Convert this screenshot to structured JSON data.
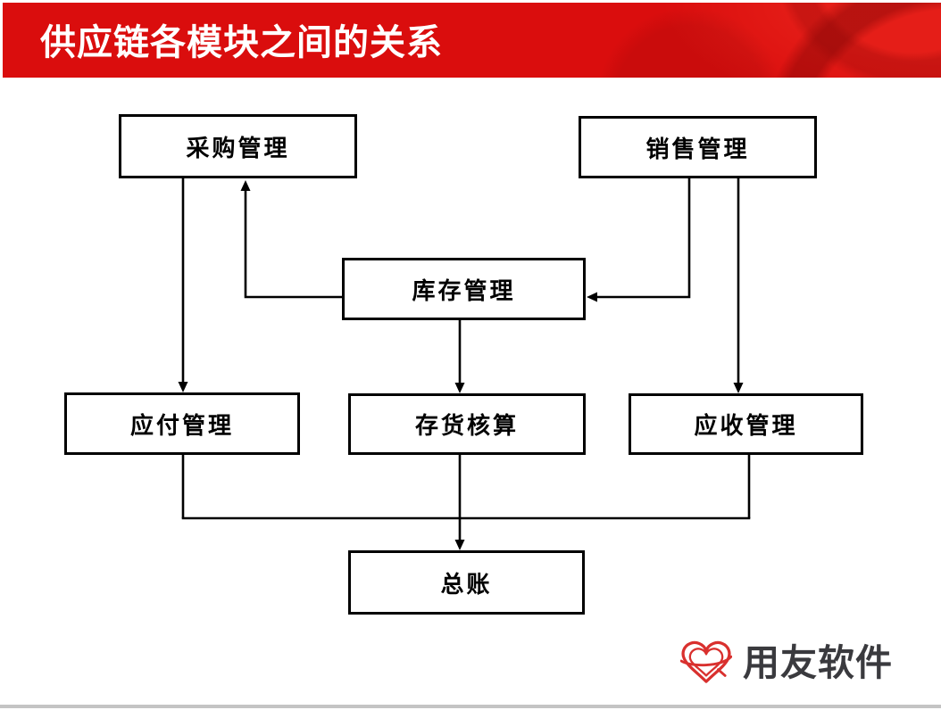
{
  "header": {
    "title": "供应链各模块之间的关系"
  },
  "diagram": {
    "nodes": [
      {
        "id": "purchase",
        "label": "采购管理"
      },
      {
        "id": "sales",
        "label": "销售管理"
      },
      {
        "id": "inventory",
        "label": "库存管理"
      },
      {
        "id": "payable",
        "label": "应付管理"
      },
      {
        "id": "stock_accounting",
        "label": "存货核算"
      },
      {
        "id": "receivable",
        "label": "应收管理"
      },
      {
        "id": "ledger",
        "label": "总账"
      }
    ],
    "edges": [
      {
        "from": "purchase",
        "to": "payable"
      },
      {
        "from": "inventory",
        "to": "purchase"
      },
      {
        "from": "sales",
        "to": "inventory"
      },
      {
        "from": "sales",
        "to": "receivable"
      },
      {
        "from": "inventory",
        "to": "stock_accounting"
      },
      {
        "from": "payable",
        "to": "ledger"
      },
      {
        "from": "stock_accounting",
        "to": "ledger"
      },
      {
        "from": "receivable",
        "to": "ledger"
      }
    ]
  },
  "footer": {
    "logo_text": "用友软件"
  },
  "colors": {
    "banner_red": "#da0d0d",
    "logo_red": "#d9302e",
    "logo_text_gray": "#3a3a3e",
    "line_black": "#000000",
    "bottom_rule_gray": "#c4c4c4"
  }
}
